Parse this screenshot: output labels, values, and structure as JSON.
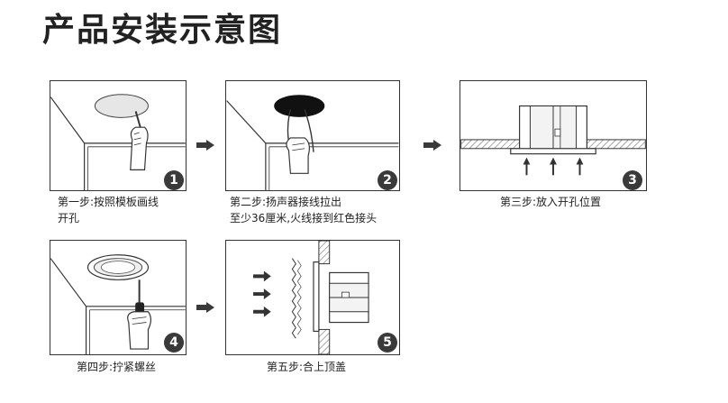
{
  "page": {
    "title": "产品安装示意图"
  },
  "steps": [
    {
      "number": "1",
      "caption": "第一步:按照模板画线\n开孔"
    },
    {
      "number": "2",
      "caption": "第二步:扬声器接线拉出\n至少36厘米,火线接到红色接头"
    },
    {
      "number": "3",
      "caption": "第三步:放入开孔位置"
    },
    {
      "number": "4",
      "caption": "第四步:拧紧螺丝"
    },
    {
      "number": "5",
      "caption": "第五步:合上顶盖"
    }
  ],
  "colors": {
    "line": "#333333",
    "badge": "#3a3a3a",
    "hatch": "#555555"
  }
}
